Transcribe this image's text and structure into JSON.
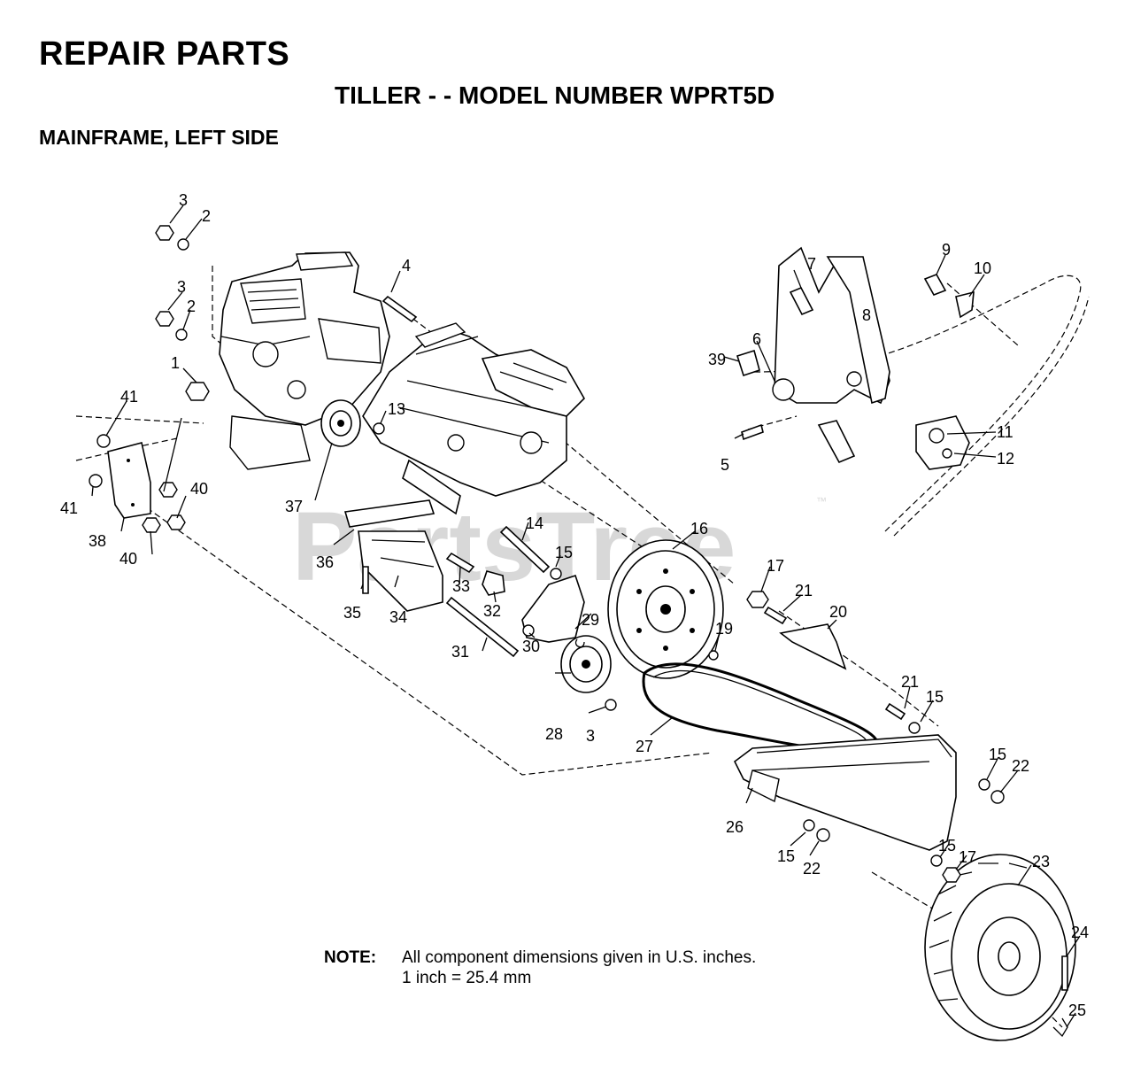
{
  "header": {
    "title": "REPAIR PARTS",
    "subtitle": "TILLER - - MODEL NUMBER WPRT5D",
    "section": "MAINFRAME, LEFT SIDE"
  },
  "watermark": {
    "text": "PartsTree",
    "trademark": "™"
  },
  "note": {
    "label": "NOTE:",
    "line1": "All component dimensions given in U.S. inches.",
    "line2": "1 inch = 25.4 mm"
  },
  "callouts": {
    "c1": "1",
    "c2a": "2",
    "c2b": "2",
    "c3a": "3",
    "c3b": "3",
    "c3c": "3",
    "c4": "4",
    "c5": "5",
    "c6": "6",
    "c7": "7",
    "c8": "8",
    "c9": "9",
    "c10": "10",
    "c11": "11",
    "c12": "12",
    "c13": "13",
    "c14": "14",
    "c15a": "15",
    "c15b": "15",
    "c15c": "15",
    "c15d": "15",
    "c15e": "15",
    "c16": "16",
    "c17a": "17",
    "c17b": "17",
    "c19": "19",
    "c20": "20",
    "c21a": "21",
    "c21b": "21",
    "c22a": "22",
    "c22b": "22",
    "c23": "23",
    "c24": "24",
    "c25": "25",
    "c26": "26",
    "c27": "27",
    "c28": "28",
    "c29": "29",
    "c30": "30",
    "c31": "31",
    "c32": "32",
    "c33": "33",
    "c34": "34",
    "c35": "35",
    "c36": "36",
    "c37": "37",
    "c38": "38",
    "c39": "39",
    "c40a": "40",
    "c40b": "40",
    "c41a": "41",
    "c41b": "41"
  }
}
